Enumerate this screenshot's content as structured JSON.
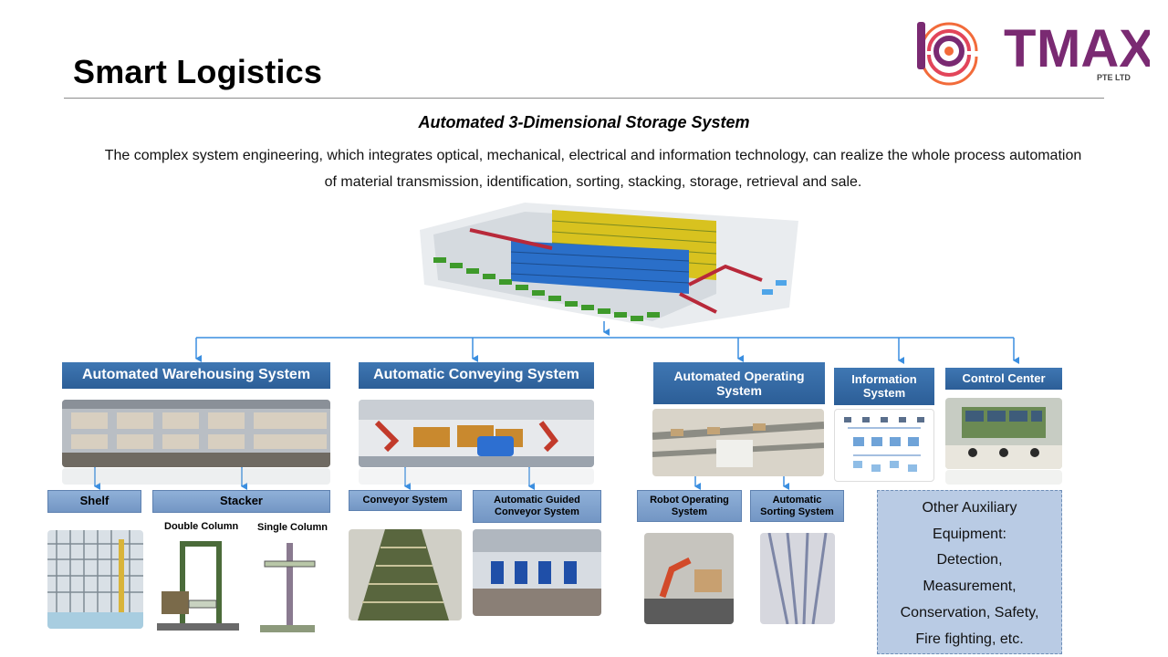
{
  "header": {
    "title": "Smart Logistics",
    "logo_text": "IOTMAX",
    "logo_sub": "PTE LTD"
  },
  "intro": {
    "subtitle": "Automated 3-Dimensional Storage System",
    "description": "The complex system engineering, which integrates optical, mechanical, electrical and information technology, can realize the whole process automation of material transmission, identification, sorting, stacking, storage, retrieval and sale."
  },
  "systems": {
    "warehousing": "Automated Warehousing System",
    "conveying": "Automatic Conveying System",
    "operating": "Automated Operating System",
    "information": "Information System",
    "control": "Control Center"
  },
  "subsystems": {
    "shelf": "Shelf",
    "stacker": "Stacker",
    "double_column": "Double Column",
    "single_column": "Single Column",
    "conveyor": "Conveyor System",
    "agv": "Automatic Guided Conveyor System",
    "robot": "Robot Operating System",
    "sorting": "Automatic Sorting System"
  },
  "auxiliary": {
    "lines": [
      "Other Auxiliary",
      "Equipment:",
      "Detection,",
      "Measurement,",
      "Conservation, Safety,",
      "Fire fighting, etc."
    ]
  },
  "colors": {
    "box_blue": "#2f64a0",
    "sub_blue": "#7f9fcc",
    "arrow_blue": "#3a8ee0",
    "logo_purple": "#7a2a72",
    "logo_orange": "#f26b3a"
  }
}
